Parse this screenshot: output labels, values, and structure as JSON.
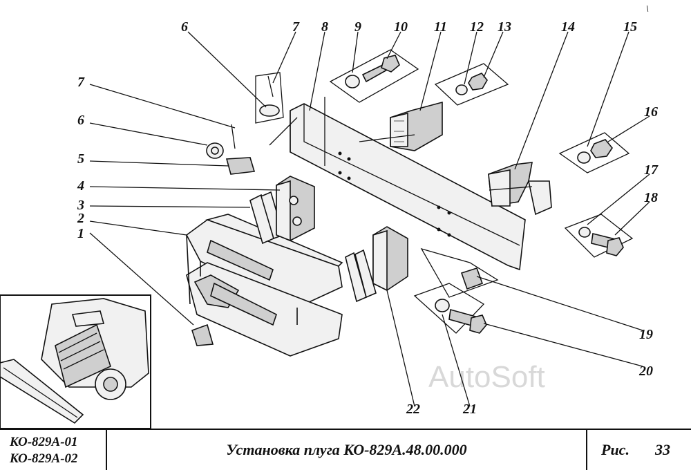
{
  "callouts": [
    "1",
    "2",
    "3",
    "4",
    "5",
    "6",
    "7",
    "8",
    "9",
    "10",
    "11",
    "12",
    "13",
    "14",
    "15",
    "16",
    "17",
    "18",
    "19",
    "20",
    "21",
    "22"
  ],
  "callouts_left": {
    "label_6": "6",
    "label_7": "7"
  },
  "watermark": "AutoSoft",
  "title_block": {
    "model_1": "КО-829А-01",
    "model_2": "КО-829А-02",
    "title": "Установка плуга КО-829А.48.00.000",
    "fig_label": "Рис.",
    "fig_number": "33"
  },
  "page_number": "\\"
}
